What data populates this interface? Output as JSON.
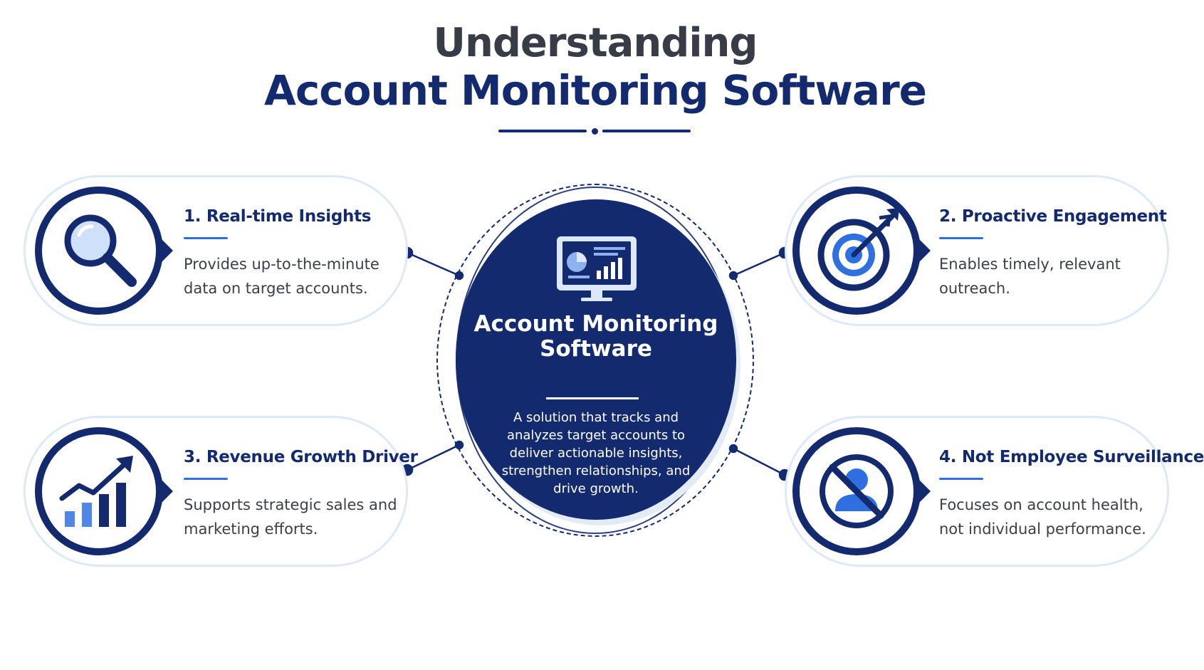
{
  "title": {
    "line1": "Understanding",
    "line2": "Account Monitoring Software"
  },
  "center": {
    "title": "Account Monitoring Software",
    "description": "A solution that tracks and analyzes target accounts to deliver actionable insights, strengthen relationships, and drive growth.",
    "icon": "monitor-dashboard-icon"
  },
  "cards": [
    {
      "title": "1. Real-time Insights",
      "description": "Provides up-to-the-minute data on target accounts.",
      "icon": "magnifying-glass-icon"
    },
    {
      "title": "2. Proactive Engagement",
      "description": "Enables timely, relevant outreach.",
      "icon": "target-arrow-icon"
    },
    {
      "title": "3. Revenue Growth Driver",
      "description": "Supports strategic sales and marketing efforts.",
      "icon": "growth-chart-icon"
    },
    {
      "title": "4. Not Employee Surveillance",
      "description": "Focuses on account health, not individual performance.",
      "icon": "no-person-icon"
    }
  ],
  "colors": {
    "navy": "#132a6e",
    "accent_blue": "#2f6fe0",
    "light_blue": "#4f86e8",
    "card_border": "#dde9f8",
    "title_gray": "#383c46"
  }
}
